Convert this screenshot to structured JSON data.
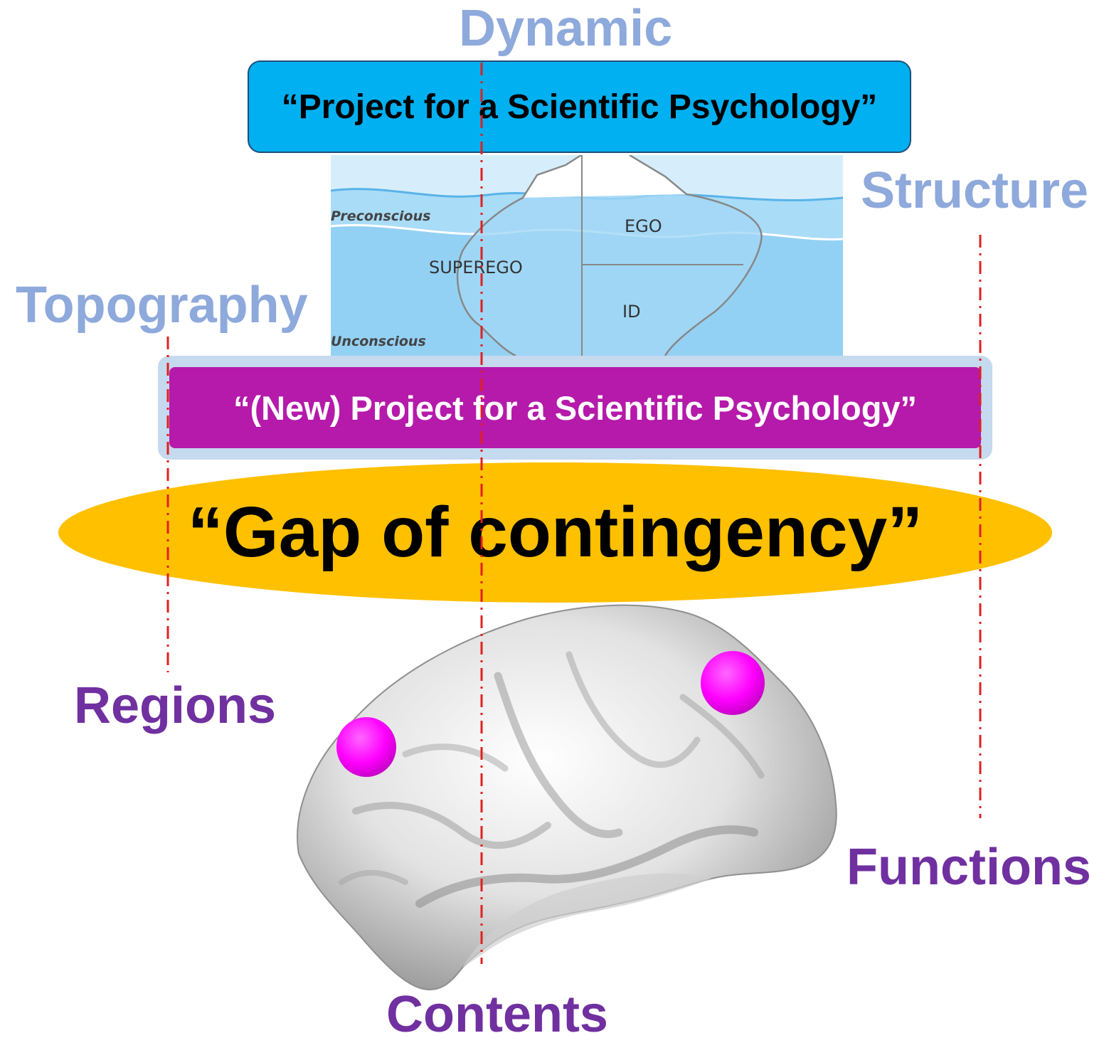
{
  "labels": {
    "dynamic": "Dynamic",
    "structure": "Structure",
    "topography": "Topography",
    "regions": "Regions",
    "functions": "Functions",
    "contents": "Contents"
  },
  "boxes": {
    "project": "“Project for a Scientific Psychology”",
    "new_project": "“(New) Project for a Scientific Psychology”",
    "gap": "“Gap of contingency”"
  },
  "iceberg": {
    "preconscious": "Preconscious",
    "unconscious": "Unconscious",
    "ego": "EGO",
    "superego": "SUPEREGO",
    "id": "ID"
  },
  "colors": {
    "upper_label": "#8ea9db",
    "lower_label": "#7030a0",
    "project_box": "#00b0f0",
    "new_project_box": "#b51aaa",
    "gap_ellipse": "#ffc000",
    "guide_line": "#e02020",
    "brain_marker": "#ff00ff"
  }
}
